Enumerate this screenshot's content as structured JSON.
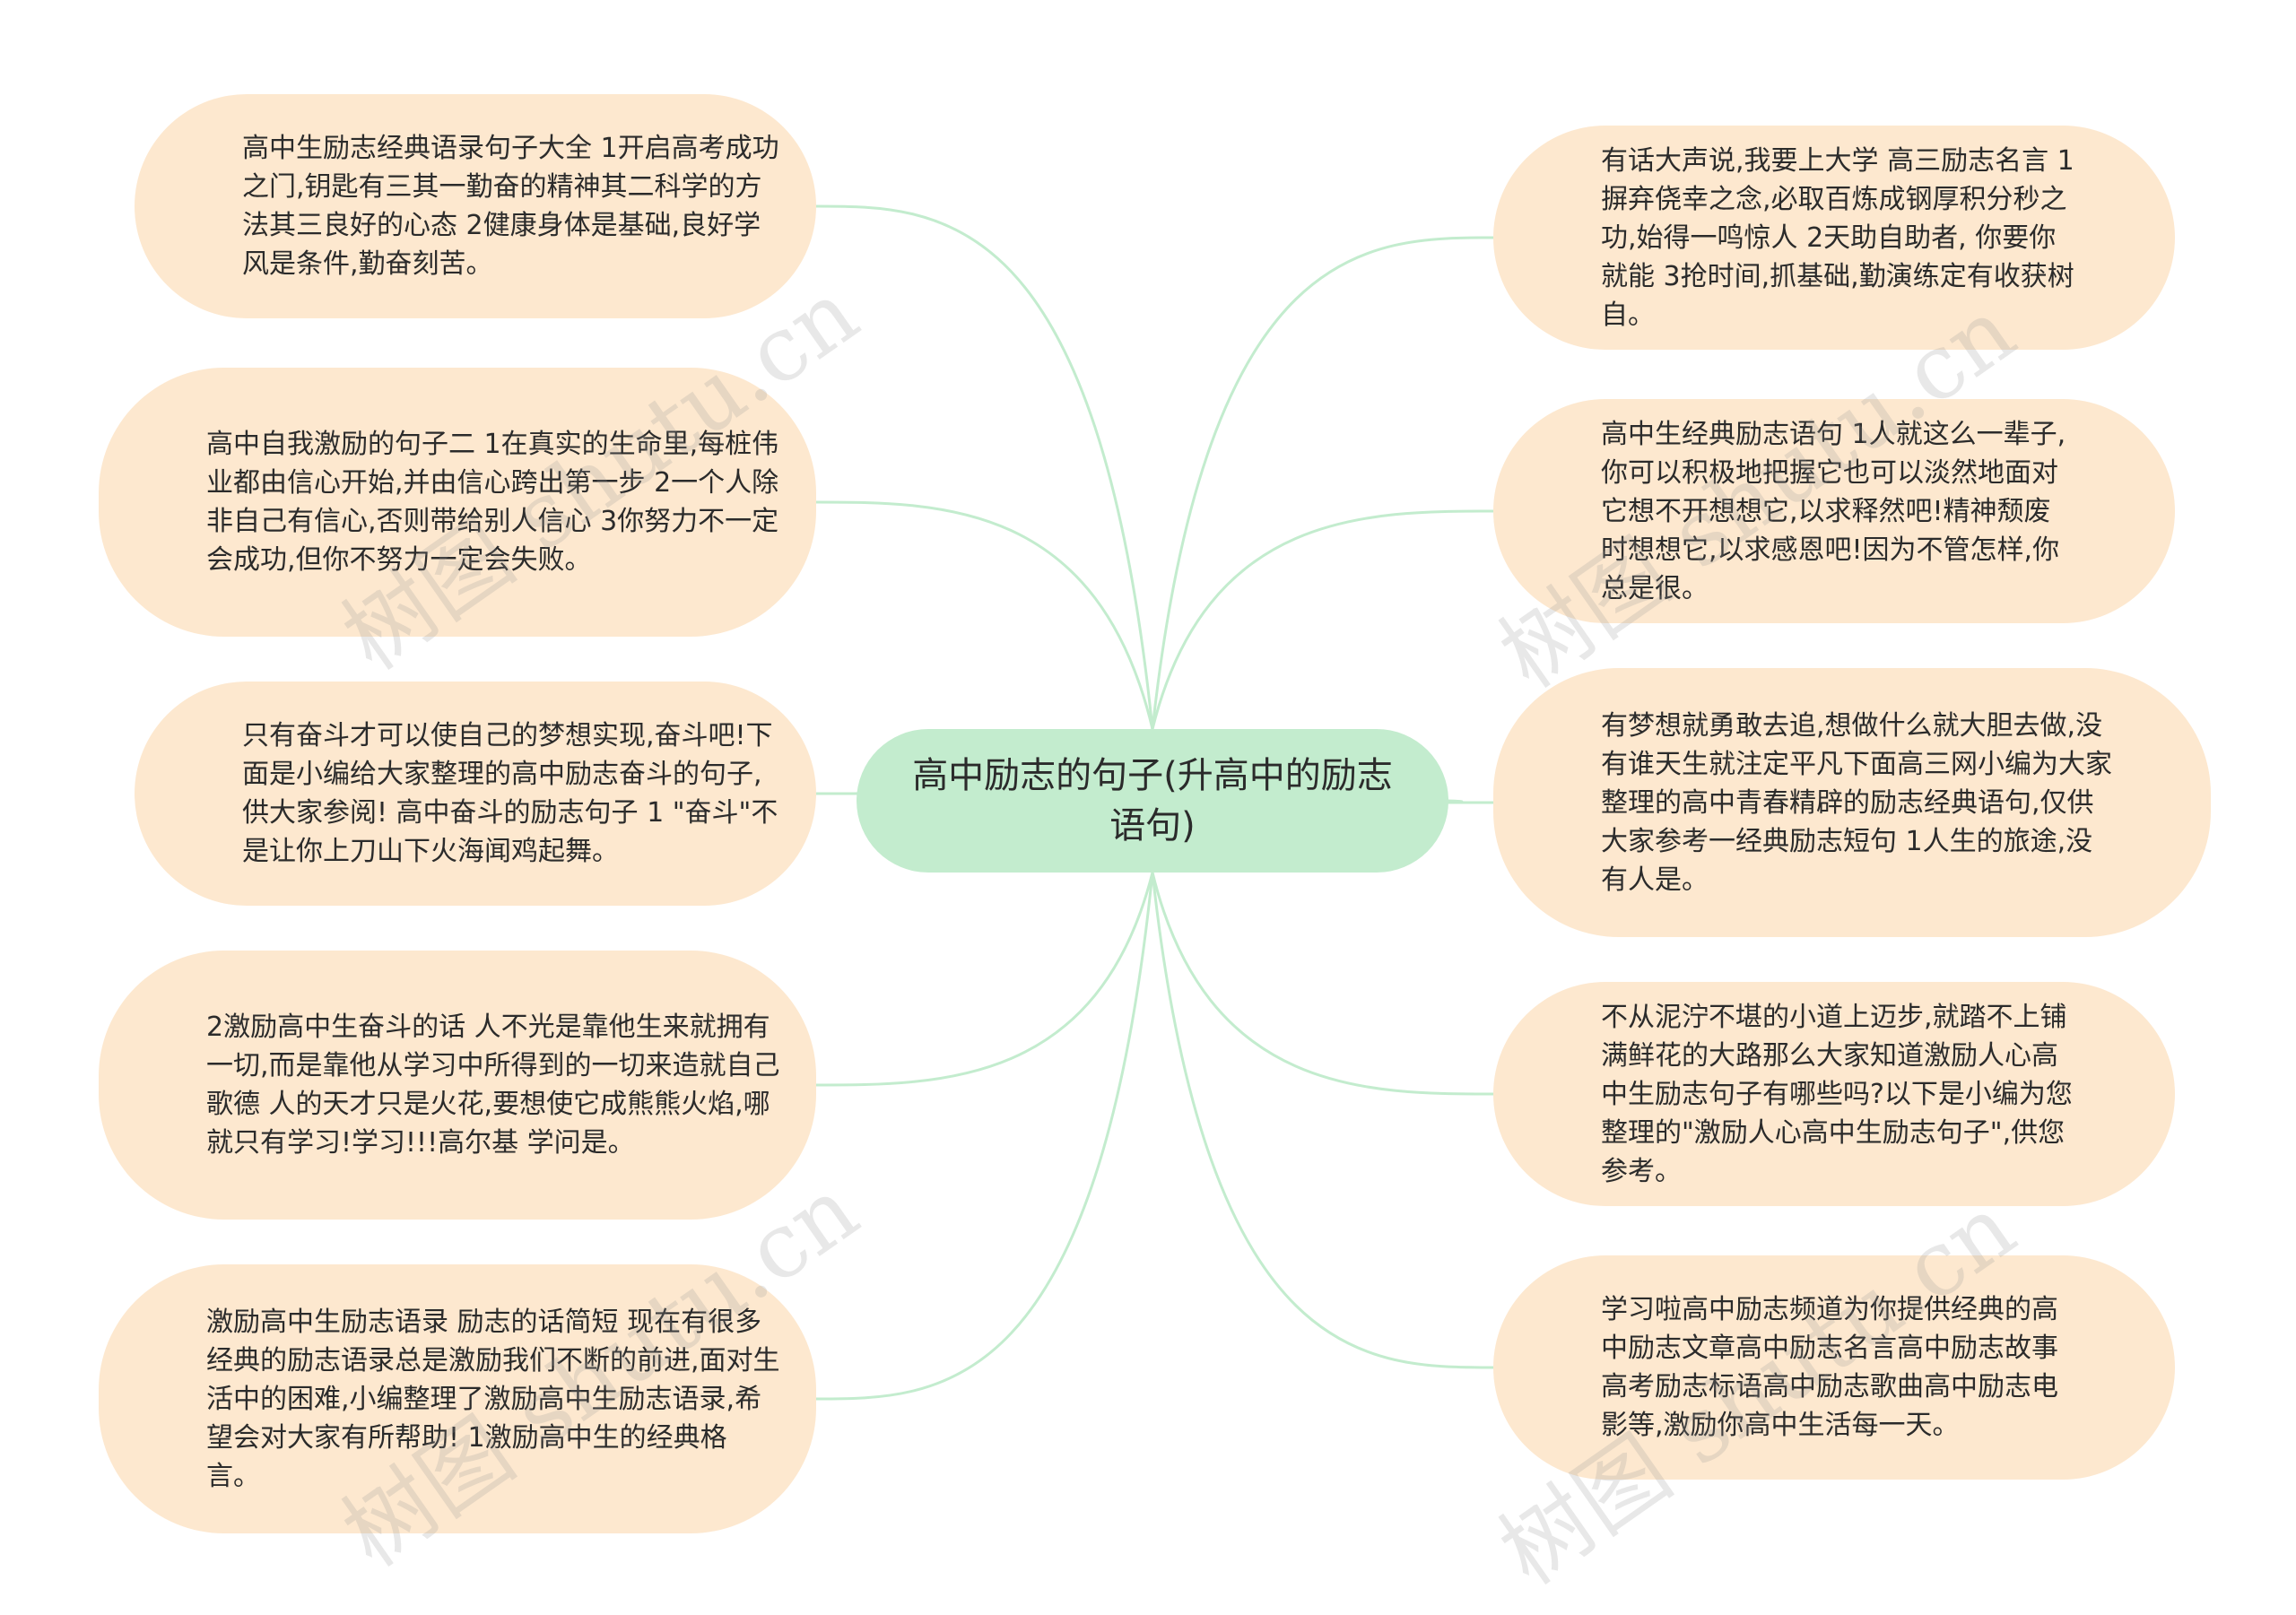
{
  "center": {
    "title": "高中励志的句子(升高中的励志语句)"
  },
  "left_nodes": [
    {
      "text": "高中生励志经典语录句子大全 1开启高考成功之门,钥匙有三其一勤奋的精神其二科学的方法其三良好的心态 2健康身体是基础,良好学风是条件,勤奋刻苦。"
    },
    {
      "text": "高中自我激励的句子二 1在真实的生命里,每桩伟业都由信心开始,并由信心跨出第一步 2一个人除非自己有信心,否则带给别人信心 3你努力不一定会成功,但你不努力一定会失败。"
    },
    {
      "text": "只有奋斗才可以使自己的梦想实现,奋斗吧!下面是小编给大家整理的高中励志奋斗的句子,供大家参阅! 高中奋斗的励志句子 1 \"奋斗\"不是让你上刀山下火海闻鸡起舞。"
    },
    {
      "text": "2激励高中生奋斗的话 人不光是靠他生来就拥有一切,而是靠他从学习中所得到的一切来造就自己歌德 人的天才只是火花,要想使它成熊熊火焰,哪就只有学习!学习!!!高尔基 学问是。"
    },
    {
      "text": "激励高中生励志语录 励志的话简短 现在有很多经典的励志语录总是激励我们不断的前进,面对生活中的困难,小编整理了激励高中生励志语录,希望会对大家有所帮助! 1激励高中生的经典格言。"
    }
  ],
  "right_nodes": [
    {
      "text": "有话大声说,我要上大学 高三励志名言 1摒弃侥幸之念,必取百炼成钢厚积分秒之功,始得一鸣惊人 2天助自助者, 你要你就能 3抢时间,抓基础,勤演练定有收获树自。"
    },
    {
      "text": "高中生经典励志语句 1人就这么一辈子,你可以积极地把握它也可以淡然地面对它想不开想想它,以求释然吧!精神颓废时想想它,以求感恩吧!因为不管怎样,你总是很。"
    },
    {
      "text": "有梦想就勇敢去追,想做什么就大胆去做,没有谁天生就注定平凡下面高三网小编为大家整理的高中青春精辟的励志经典语句,仅供大家参考一经典励志短句 1人生的旅途,没有人是。"
    },
    {
      "text": "不从泥泞不堪的小道上迈步,就踏不上铺满鲜花的大路那么大家知道激励人心高中生励志句子有哪些吗?以下是小编为您整理的\"激励人心高中生励志句子\",供您参考。"
    },
    {
      "text": "学习啦高中励志频道为你提供经典的高中励志文章高中励志名言高中励志故事高考励志标语高中励志歌曲高中励志电影等,激励你高中生活每一天。"
    }
  ],
  "watermark": "树图 shutu.cn",
  "colors": {
    "node_fill": "#fde8cf",
    "center_fill": "#c3ecce",
    "connector": "#c3ecce"
  }
}
